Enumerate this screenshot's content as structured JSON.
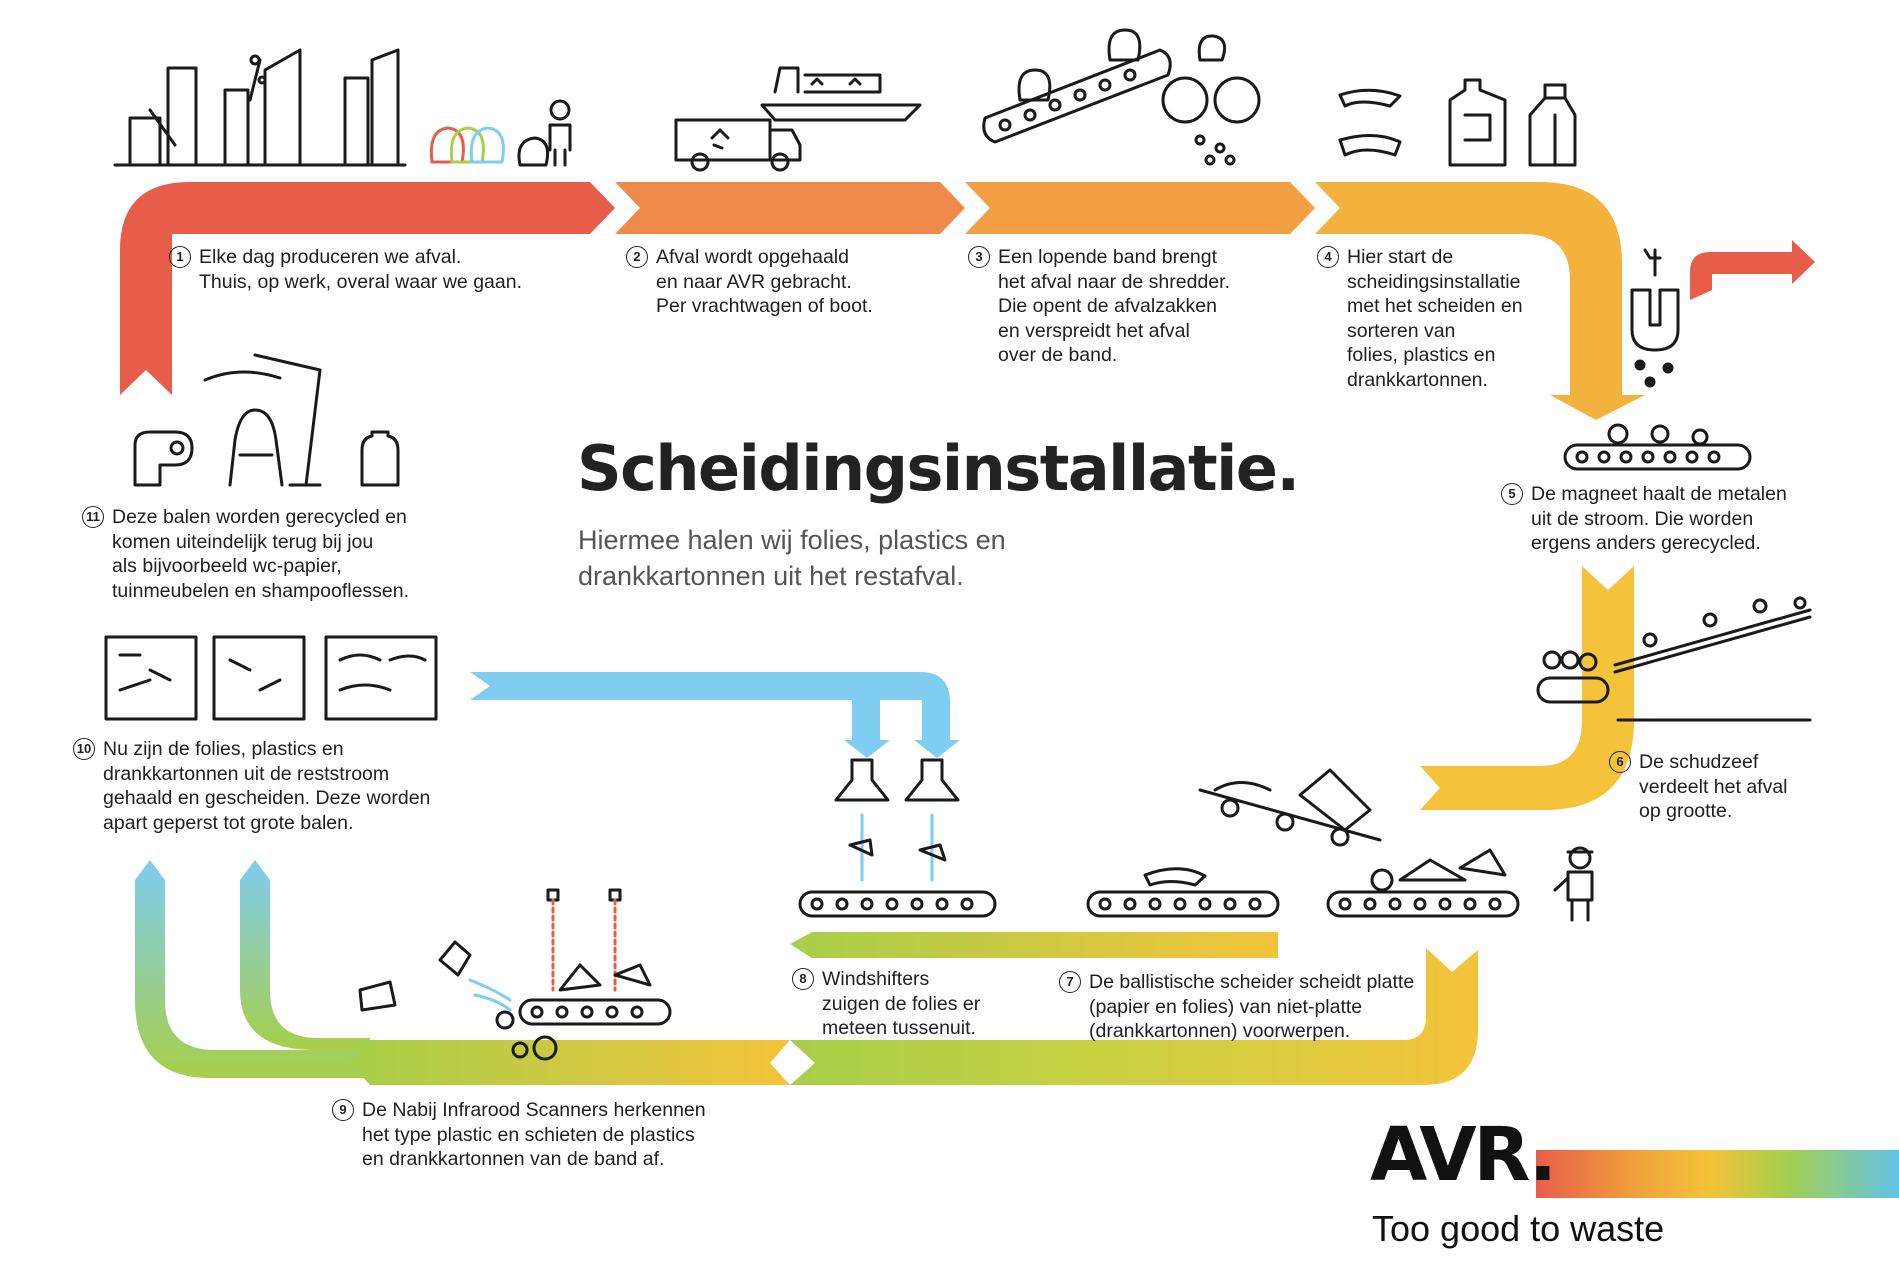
{
  "title": "Scheidingsinstallatie.",
  "subtitle": "Hiermee halen wij folies, plastics en\ndrankkartonnen uit het restafval.",
  "steps": [
    {
      "num": "1",
      "text": "Elke dag produceren we afval.\nThuis, op werk, overal waar we gaan."
    },
    {
      "num": "2",
      "text": "Afval wordt opgehaald\nen naar AVR gebracht.\nPer vrachtwagen of boot."
    },
    {
      "num": "3",
      "text": "Een lopende band brengt\nhet afval naar de shredder.\nDie opent de afvalzakken\nen verspreidt het afval\nover de band."
    },
    {
      "num": "4",
      "text": "Hier start de\nscheidingsinstallatie\nmet het scheiden en\nsorteren van\nfolies, plastics en\ndrankkartonnen."
    },
    {
      "num": "5",
      "text": "De magneet haalt de metalen\nuit de stroom. Die worden\nergens anders gerecycled."
    },
    {
      "num": "6",
      "text": "De schudzeef\nverdeelt het afval\nop grootte."
    },
    {
      "num": "7",
      "text": "De ballistische scheider scheidt platte\n(papier en folies) van niet-platte\n(drankkartonnen) voorwerpen."
    },
    {
      "num": "8",
      "text": "Windshifters\nzuigen de folies er\nmeteen tussenuit."
    },
    {
      "num": "9",
      "text": "De Nabij Infrarood Scanners herkennen\nhet type plastic en schieten de plastics\nen drankkartonnen van de band af."
    },
    {
      "num": "10",
      "text": "Nu zijn de folies, plastics en\ndrankkartonnen uit de reststroom\ngehaald en gescheiden. Deze worden\napart geperst tot grote balen."
    },
    {
      "num": "11",
      "text": "Deze balen worden gerecycled en\nkomen uiteindelijk terug bij jou\nals bijvoorbeeld wc-papier,\ntuinmeubelen en shampooflessen."
    }
  ],
  "brand": {
    "wordmark": "AVR",
    "tagline": "Too good to waste"
  },
  "colors": {
    "red": "#e85d4a",
    "orange": "#f0914a",
    "yellow": "#f4c33a",
    "green": "#a7cf4a",
    "blue": "#7fcdf0",
    "ink": "#1f1f1f"
  },
  "icons": [
    "city-skyline-icon",
    "garbage-bags-icon",
    "person-icon",
    "garbage-truck-icon",
    "cargo-ship-icon",
    "conveyor-belt-icon",
    "shredder-icon",
    "foil-icon",
    "plastic-bottle-icon",
    "milk-carton-icon",
    "magnet-icon",
    "vibrating-screen-icon",
    "ballistic-separator-icon",
    "worker-icon",
    "windshifter-icon",
    "infrared-scanner-icon",
    "bales-icon",
    "toilet-paper-icon",
    "garden-chair-icon",
    "parasol-icon",
    "shampoo-bottle-icon"
  ]
}
